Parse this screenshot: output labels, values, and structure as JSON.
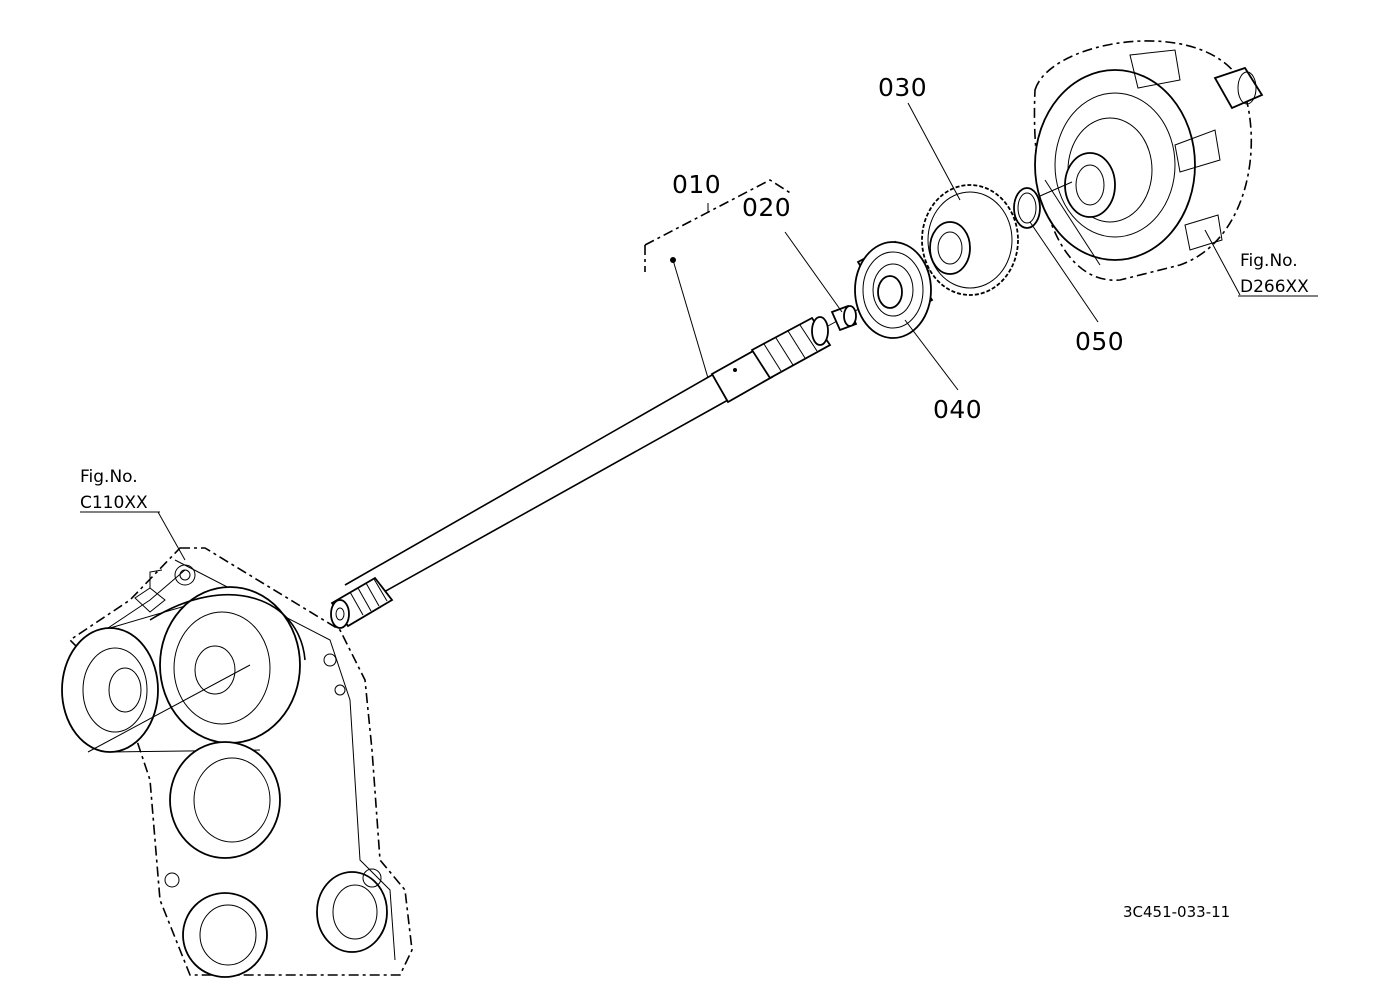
{
  "callouts": {
    "p010": "010",
    "p020": "020",
    "p030": "030",
    "p040": "040",
    "p050": "050"
  },
  "references": {
    "left": {
      "label": "Fig.No.",
      "code": "C110XX"
    },
    "right": {
      "label": "Fig.No.",
      "code": "D266XX"
    }
  },
  "drawing_code": "3C451-033-11"
}
